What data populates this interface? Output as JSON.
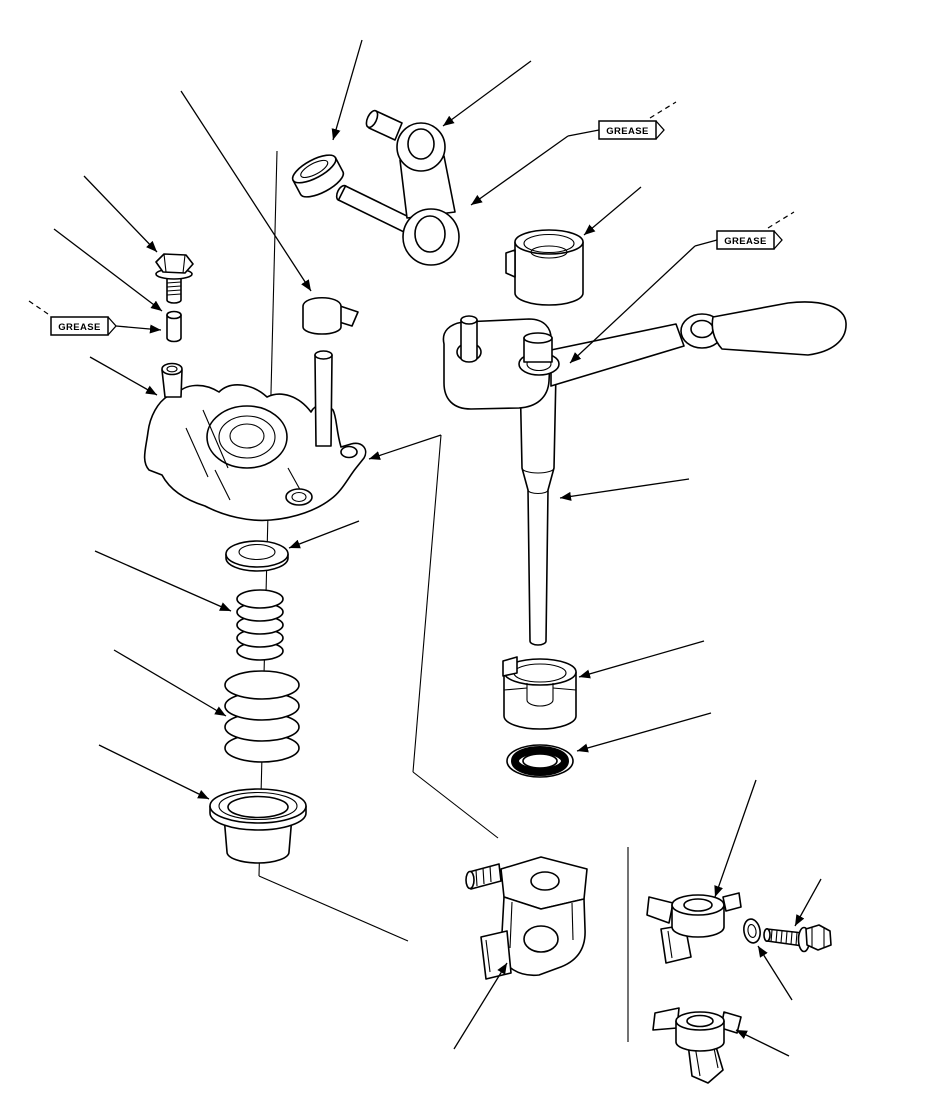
{
  "diagram": {
    "background_color": "#ffffff",
    "line_color": "#000000",
    "grease_labels": [
      {
        "text": "GREASE"
      },
      {
        "text": "GREASE"
      },
      {
        "text": "GREASE"
      }
    ]
  }
}
